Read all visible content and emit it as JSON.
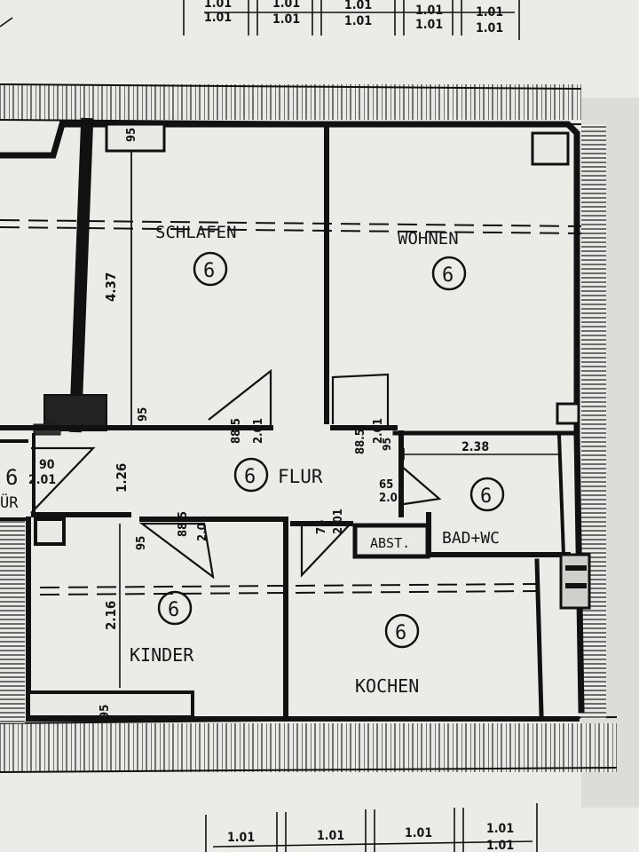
{
  "rooms": {
    "schlafen": {
      "name": "SCHLAFEN",
      "number": "6"
    },
    "wohnen": {
      "name": "WOHNEN",
      "number": "6"
    },
    "flur": {
      "name": "FLUR",
      "number": "6"
    },
    "bad": {
      "name": "BAD+WC",
      "number": "6"
    },
    "kinder": {
      "name": "KINDER",
      "number": "6"
    },
    "kochen": {
      "name": "KOCHEN",
      "number": "6"
    },
    "abst": {
      "name": "ABST."
    },
    "left_room": {
      "name": "ÜR",
      "number": "6"
    }
  },
  "dimensions": {
    "schlafen_depth": "4.37",
    "flur_depth": "1.26",
    "kinder_depth": "2.16",
    "bad_width": "2.38",
    "wall_95": "95",
    "door_width_885": "88.5",
    "door_width_76": "76",
    "door_width_65": "65",
    "door_width_90": "90",
    "door_height": "2.01"
  },
  "scale_top": [
    "1.01",
    "1.01",
    "1.01",
    "1.01",
    "1.01"
  ],
  "scale_top_partial": [
    "1.01",
    "1.01",
    "1.01",
    "1.01",
    "1.01"
  ],
  "scale_bottom": [
    "1.01",
    "1.01",
    "1.01",
    "1.01"
  ],
  "scale_bottom_partial": [
    "1.01"
  ]
}
